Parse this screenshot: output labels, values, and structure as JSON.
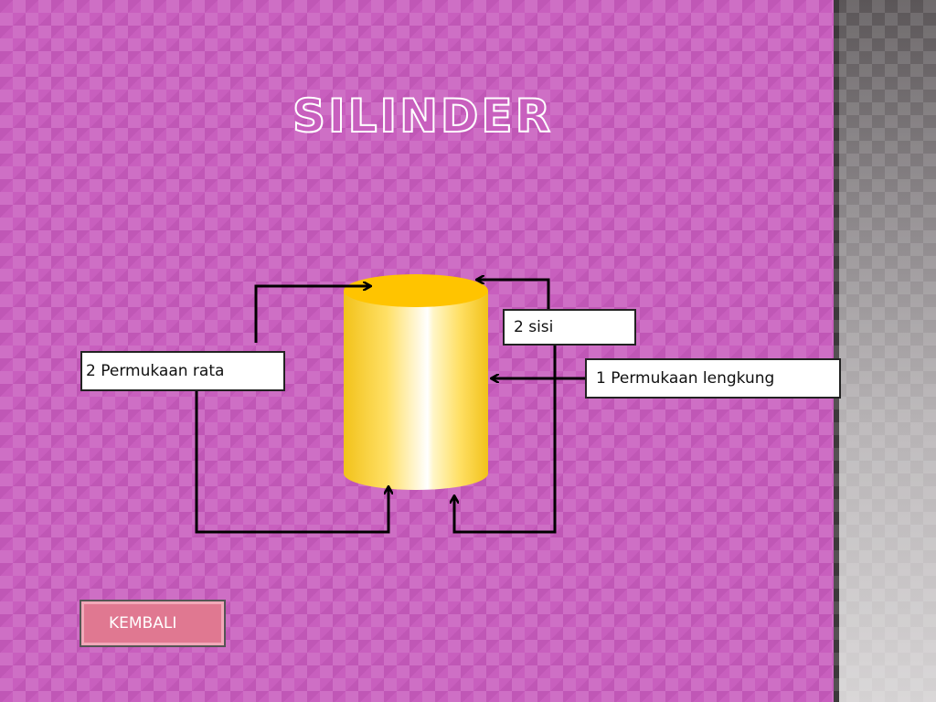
{
  "slide": {
    "title": "SILINDER",
    "labels": {
      "flat_surfaces": "2 Permukaan rata",
      "sides": "2 sisi",
      "curved_surface": "1 Permukaan lengkung"
    },
    "back_button": "KEMBALI"
  },
  "colors": {
    "background": "#c85fbe",
    "cylinder": "#ffcc00",
    "button": "#e07891"
  }
}
